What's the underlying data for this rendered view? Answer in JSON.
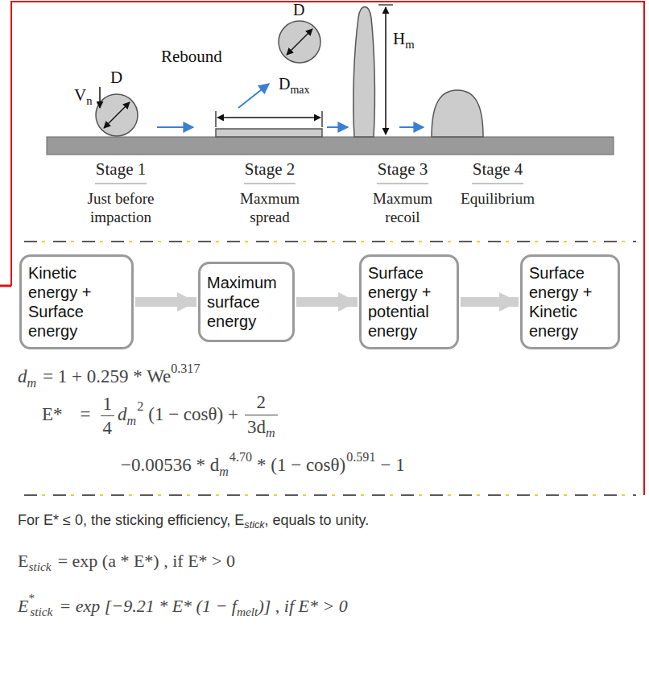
{
  "diagram": {
    "nodes": [
      {
        "text": [
          "Kinetic energy + Surface energy"
        ]
      },
      {
        "text": [
          "Maximum surface energy"
        ]
      },
      {
        "text": [
          "Surface energy + potential energy"
        ]
      },
      {
        "text": [
          "Surface energy + Kinetic energy"
        ]
      }
    ],
    "edges": [
      {
        "from": 0,
        "to": 1,
        "arrow": "to"
      },
      {
        "from": 1,
        "to": 2,
        "arrow": "to"
      },
      {
        "from": 2,
        "to": 3,
        "arrow": "to"
      }
    ],
    "labels": [
      "D",
      "V",
      "n",
      "Rebound",
      "D",
      "D",
      "max",
      "H",
      "m",
      "Stage 1",
      "Just before impaction",
      "Stage 2",
      "Maxmum spread",
      "Stage 3",
      "Maxmum recoil",
      "Stage 4",
      "Equilibrium",
      "d",
      "m",
      "= 1 + 0.259 * We",
      "0.317",
      "E*",
      "=",
      "1",
      "4",
      "d",
      "m",
      "2",
      "(1 − cosθ) +",
      "2",
      "3d",
      "m",
      "−0.00536 * d",
      "m",
      "4.70",
      "* (1 − cosθ)",
      "0.591",
      "− 1",
      "For E* ≤ 0, the sticking efficiency, E",
      "stick",
      ", equals to unity.",
      "E",
      "stick",
      "= exp (a * E*) , if E* > 0",
      "E",
      "*",
      "stick",
      "= exp [−9.21 * E* (1 − f",
      "melt",
      ")] , if E* > 0"
    ]
  }
}
